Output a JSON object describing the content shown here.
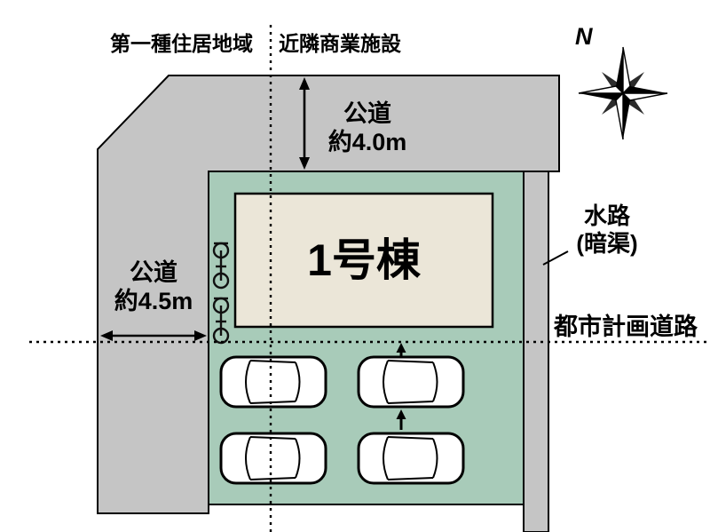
{
  "colors": {
    "road_gray": "#c5c5c5",
    "plot_green": "#a8cbb9",
    "building_beige": "#ebe6d8",
    "line_black": "#000000"
  },
  "zoning": {
    "left_district": "第一種住居地域",
    "right_district": "近隣商業施設"
  },
  "roads": {
    "top": {
      "name": "公道",
      "width": "約4.0m"
    },
    "left": {
      "name": "公道",
      "width": "約4.5m"
    },
    "planned_road": "都市計画道路"
  },
  "building": {
    "name": "1号棟"
  },
  "waterway": {
    "name": "水路",
    "note": "(暗渠)"
  },
  "compass": {
    "north": "N"
  },
  "site": {
    "car_spaces": 4,
    "bicycle_spaces": 2
  }
}
